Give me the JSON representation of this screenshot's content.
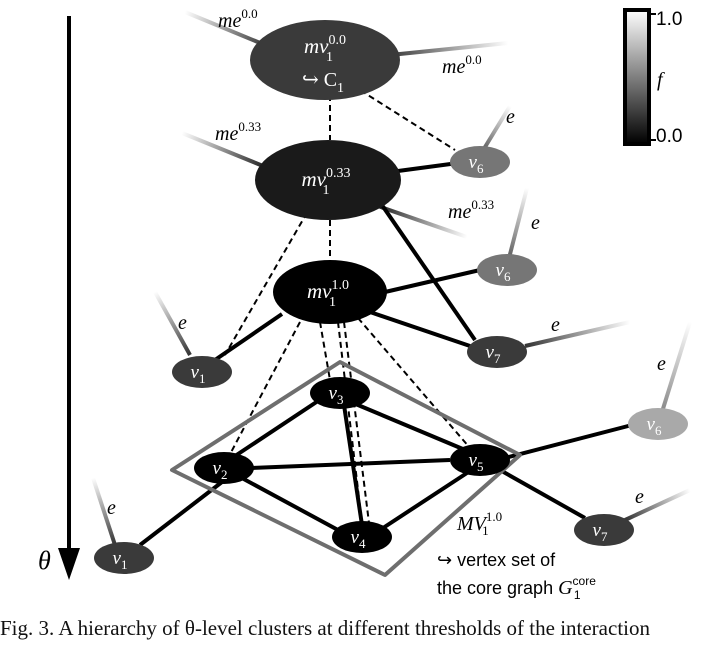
{
  "axis": {
    "symbol": "θ"
  },
  "colorbar": {
    "max_label": "1.0",
    "min_label": "0.0",
    "var_label": "f"
  },
  "colors": {
    "edge": "#000000",
    "dashed_edge": "#000000",
    "core_box": "#6e6e6e",
    "node_text": "#ffffff"
  },
  "nodes": {
    "mv_00": {
      "base": "mv",
      "sub": "1",
      "sup": "0.0",
      "line2": "↪ C",
      "line2_sub": "1"
    },
    "mv_033": {
      "base": "mv",
      "sub": "1",
      "sup": "0.33"
    },
    "mv_10": {
      "base": "mv",
      "sub": "1",
      "sup": "1.0"
    },
    "v6_a": {
      "base": "v",
      "sub": "6"
    },
    "v6_b": {
      "base": "v",
      "sub": "6"
    },
    "v6_c": {
      "base": "v",
      "sub": "6"
    },
    "v7_a": {
      "base": "v",
      "sub": "7"
    },
    "v7_b": {
      "base": "v",
      "sub": "7"
    },
    "v1_a": {
      "base": "v",
      "sub": "1"
    },
    "v1_b": {
      "base": "v",
      "sub": "1"
    },
    "v2": {
      "base": "v",
      "sub": "2"
    },
    "v3": {
      "base": "v",
      "sub": "3"
    },
    "v4": {
      "base": "v",
      "sub": "4"
    },
    "v5": {
      "base": "v",
      "sub": "5"
    }
  },
  "external_edges": {
    "me00_left": {
      "base": "me",
      "sup": "0.0"
    },
    "me00_right": {
      "base": "me",
      "sup": "0.0"
    },
    "me033_left": {
      "base": "me",
      "sup": "0.33"
    },
    "me033_right": {
      "base": "me",
      "sup": "0.33"
    },
    "e_v6_a": "e",
    "e_v6_b": "e",
    "e_v6_c": "e",
    "e_v7_a": "e",
    "e_v7_b": "e",
    "e_v1_a": "e",
    "e_v1_b": "e"
  },
  "core_label": {
    "base": "MV",
    "sub": "1",
    "sup": "1.0",
    "line2": "↪ vertex set of",
    "line3_pre": "the core graph ",
    "line3_G": "G",
    "line3_sub": "1",
    "line3_sup": "core"
  },
  "caption_text": "Fig. 3. A hierarchy of θ-level clusters at different thresholds of the interaction"
}
